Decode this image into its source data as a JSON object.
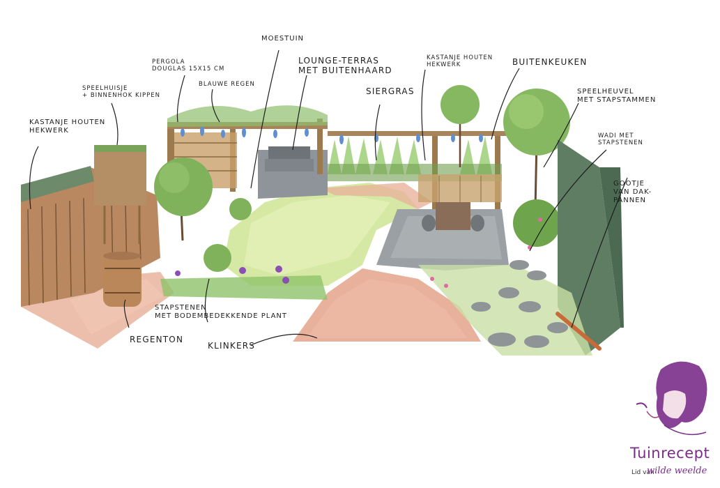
{
  "labels": {
    "hekwerk_left": [
      "KASTANJE HOUTEN",
      "HEKWERK"
    ],
    "speelhuisje": [
      "SPEELHUISJE",
      "+ BINNENHOK KIPPEN"
    ],
    "pergola": [
      "PERGOLA",
      "DOUGLAS 15X15 CM"
    ],
    "blauwe_regen": "BLAUWE REGEN",
    "moestuin": "MOESTUIN",
    "lounge": [
      "LOUNGE-TERRAS",
      "MET BUITENHAARD"
    ],
    "hekwerk_right": [
      "KASTANJE HOUTEN",
      "HEKWERK"
    ],
    "buitenkeuken": "BUITENKEUKEN",
    "siergras": "SIERGRAS",
    "speelheuvel": [
      "SPEELHEUVEL",
      "MET STAPSTAMMEN"
    ],
    "wadi": [
      "WADI MET",
      "STAPSTENEN"
    ],
    "gootje": [
      "GOOTJE",
      "VAN DAK-",
      "PANNEN"
    ],
    "stapstenen": [
      "STAPSTENEN",
      "MET BODEMBEDEKKENDE PLANT"
    ],
    "regenton": "REGENTON",
    "klinkers": "KLINKERS"
  },
  "brand": {
    "name": "Tuinrecept",
    "member_prefix": "Lid van",
    "member_logo": "wilde weelde",
    "colors": {
      "brand": "#7a2c8a"
    }
  }
}
